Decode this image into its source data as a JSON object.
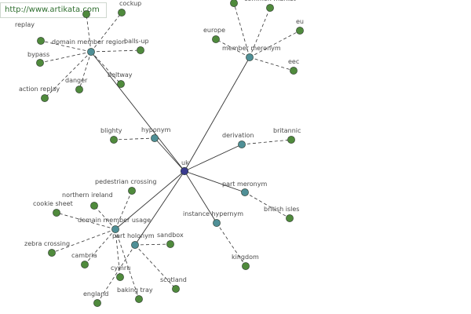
{
  "watermark": "http://www.artikata.com",
  "colors": {
    "root": "#3a3b8f",
    "relation": "#4f8f96",
    "leaf": "#4f8a3c",
    "node_stroke": "#2d3a2d",
    "edge": "#333333"
  },
  "graph": {
    "root": {
      "id": "uk",
      "label": "uk"
    },
    "relations": [
      {
        "id": "domain-member-region",
        "label": "domain member region",
        "leaves": [
          {
            "id": "cockup",
            "label": "cockup"
          },
          {
            "id": "replay",
            "label": "replay"
          },
          {
            "id": "bypass",
            "label": "bypass"
          },
          {
            "id": "action-replay",
            "label": "action replay"
          },
          {
            "id": "danger",
            "label": "danger"
          },
          {
            "id": "beltway",
            "label": "beltway"
          },
          {
            "id": "balls-up",
            "label": "balls-up"
          }
        ]
      },
      {
        "id": "member-meronym",
        "label": "member meronym",
        "leaves": [
          {
            "id": "common-market",
            "label": "common market"
          },
          {
            "id": "europe",
            "label": "europe"
          },
          {
            "id": "eu",
            "label": "eu"
          },
          {
            "id": "eec",
            "label": "eec"
          }
        ]
      },
      {
        "id": "hyponym",
        "label": "hyponym",
        "leaves": [
          {
            "id": "blighty",
            "label": "blighty"
          }
        ]
      },
      {
        "id": "derivation",
        "label": "derivation",
        "leaves": [
          {
            "id": "britannic",
            "label": "britannic"
          }
        ]
      },
      {
        "id": "part-meronym",
        "label": "part meronym",
        "leaves": [
          {
            "id": "british-isles",
            "label": "british isles"
          }
        ]
      },
      {
        "id": "instance-hypernym",
        "label": "instance hypernym",
        "leaves": [
          {
            "id": "kingdom",
            "label": "kingdom"
          }
        ]
      },
      {
        "id": "domain-member-usage",
        "label": "domain member usage",
        "leaves": [
          {
            "id": "pedestrian-crossing",
            "label": "pedestrian crossing"
          },
          {
            "id": "northern-ireland",
            "label": "northern ireland"
          },
          {
            "id": "cookie-sheet",
            "label": "cookie sheet"
          },
          {
            "id": "zebra-crossing",
            "label": "zebra crossing"
          },
          {
            "id": "cambria",
            "label": "cambria"
          },
          {
            "id": "cymru",
            "label": "cymru"
          },
          {
            "id": "baking-tray",
            "label": "baking tray"
          }
        ]
      },
      {
        "id": "part-holonym",
        "label": "part holonym",
        "leaves": [
          {
            "id": "sandbox",
            "label": "sandbox"
          },
          {
            "id": "scotland",
            "label": "scotland"
          },
          {
            "id": "england",
            "label": "england"
          }
        ]
      }
    ]
  }
}
